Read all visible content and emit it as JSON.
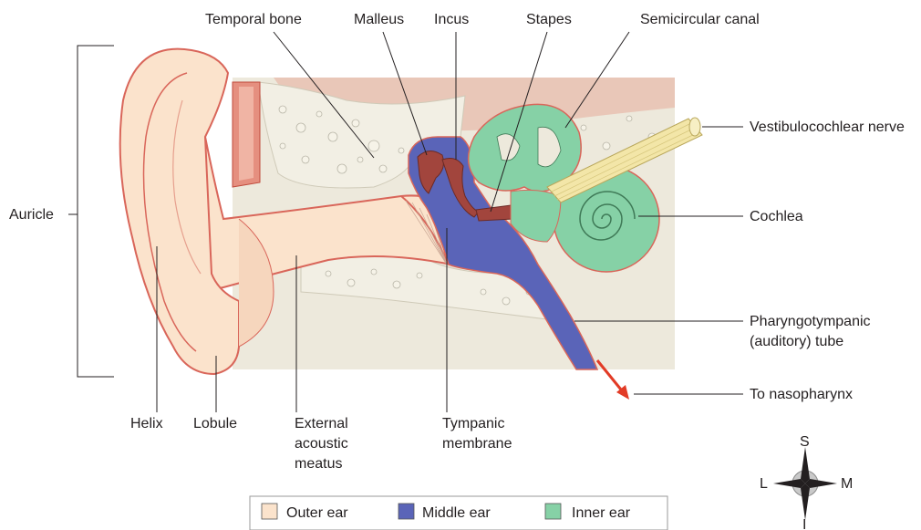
{
  "labels": {
    "temporal_bone": "Temporal bone",
    "malleus": "Malleus",
    "incus": "Incus",
    "stapes": "Stapes",
    "semicircular_canal": "Semicircular canal",
    "vestibulocochlear_nerve": "Vestibulocochlear nerve",
    "auricle": "Auricle",
    "cochlea": "Cochlea",
    "pharyngotympanic_line1": "Pharyngotympanic",
    "pharyngotympanic_line2": "(auditory) tube",
    "to_nasopharynx": "To nasopharynx",
    "helix": "Helix",
    "lobule": "Lobule",
    "external_line1": "External",
    "external_line2": "acoustic",
    "external_line3": "meatus",
    "tympanic_line1": "Tympanic",
    "tympanic_line2": "membrane"
  },
  "compass": {
    "superior": "S",
    "lateral": "L",
    "medial": "M",
    "inferior": "I"
  },
  "legend": {
    "items": [
      {
        "label": "Outer ear",
        "color": "#fbe3cc"
      },
      {
        "label": "Middle ear",
        "color": "#5a64b8"
      },
      {
        "label": "Inner ear",
        "color": "#86d1a6"
      }
    ]
  },
  "colors": {
    "outer_ear": "#fbe3cc",
    "middle_ear": "#5a64b8",
    "inner_ear": "#86d1a6",
    "ossicles": "#a2453d",
    "bone": "#ede9dc",
    "membrane_red": "#d9665a",
    "arrow": "#e23b26"
  }
}
